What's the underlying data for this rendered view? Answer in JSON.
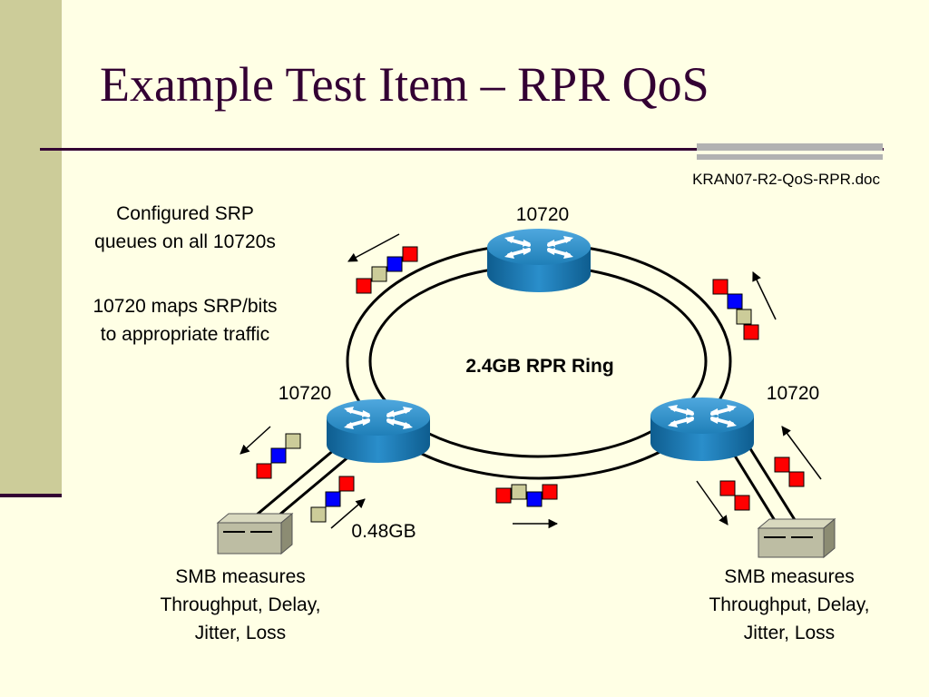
{
  "slide": {
    "title": "Example Test Item – RPR QoS",
    "doc_ref": "KRAN07-R2-QoS-RPR.doc"
  },
  "notes": {
    "configured_line1": "Configured SRP",
    "configured_line2": "queues on all 10720s",
    "maps_line1": "10720 maps SRP/bits",
    "maps_line2": "to appropriate traffic"
  },
  "diagram": {
    "ring_label": "2.4GB RPR Ring",
    "router_top_label": "10720",
    "router_left_label": "10720",
    "router_right_label": "10720",
    "link_rate_label": "0.48GB",
    "smb_left": {
      "line1": "SMB measures",
      "line2": "Throughput, Delay,",
      "line3": "Jitter, Loss"
    },
    "smb_right": {
      "line1": "SMB measures",
      "line2": "Throughput, Delay,",
      "line3": "Jitter, Loss"
    }
  },
  "colors": {
    "router_body": "#1F7FB8",
    "red_packet": "#FF0000",
    "blue_packet": "#0000FF",
    "tan_packet": "#CCCC99",
    "accent": "#330033"
  }
}
